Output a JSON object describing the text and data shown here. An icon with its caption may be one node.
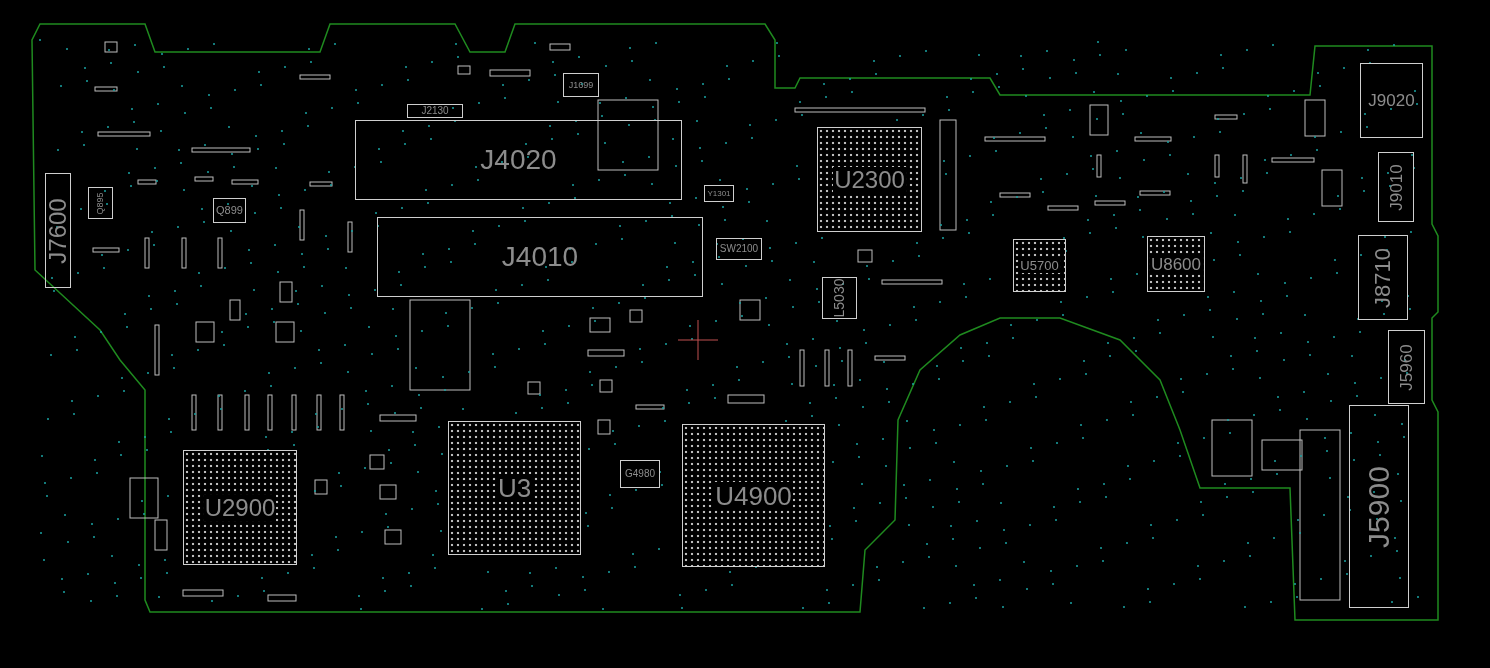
{
  "diagram": {
    "nodes": [
      {
        "text": [
          "J7600"
        ]
      },
      {
        "text": [
          "Q895"
        ]
      },
      {
        "text": [
          "Q899"
        ]
      },
      {
        "text": [
          "J2130"
        ]
      },
      {
        "text": [
          "J1699"
        ]
      },
      {
        "text": [
          "J4020"
        ]
      },
      {
        "text": [
          "Y1301"
        ]
      },
      {
        "text": [
          "J4010"
        ]
      },
      {
        "text": [
          "SW2100"
        ]
      },
      {
        "text": [
          "U2300"
        ]
      },
      {
        "text": [
          "L5030"
        ]
      },
      {
        "text": [
          "U5700"
        ]
      },
      {
        "text": [
          "U8600"
        ]
      },
      {
        "text": [
          "J9020"
        ]
      },
      {
        "text": [
          "J9010"
        ]
      },
      {
        "text": [
          "J8710"
        ]
      },
      {
        "text": [
          "J5960"
        ]
      },
      {
        "text": [
          "U2900"
        ]
      },
      {
        "text": [
          "U3"
        ]
      },
      {
        "text": [
          "G4980"
        ]
      },
      {
        "text": [
          "U4900"
        ]
      },
      {
        "text": [
          "J5900"
        ]
      }
    ]
  }
}
